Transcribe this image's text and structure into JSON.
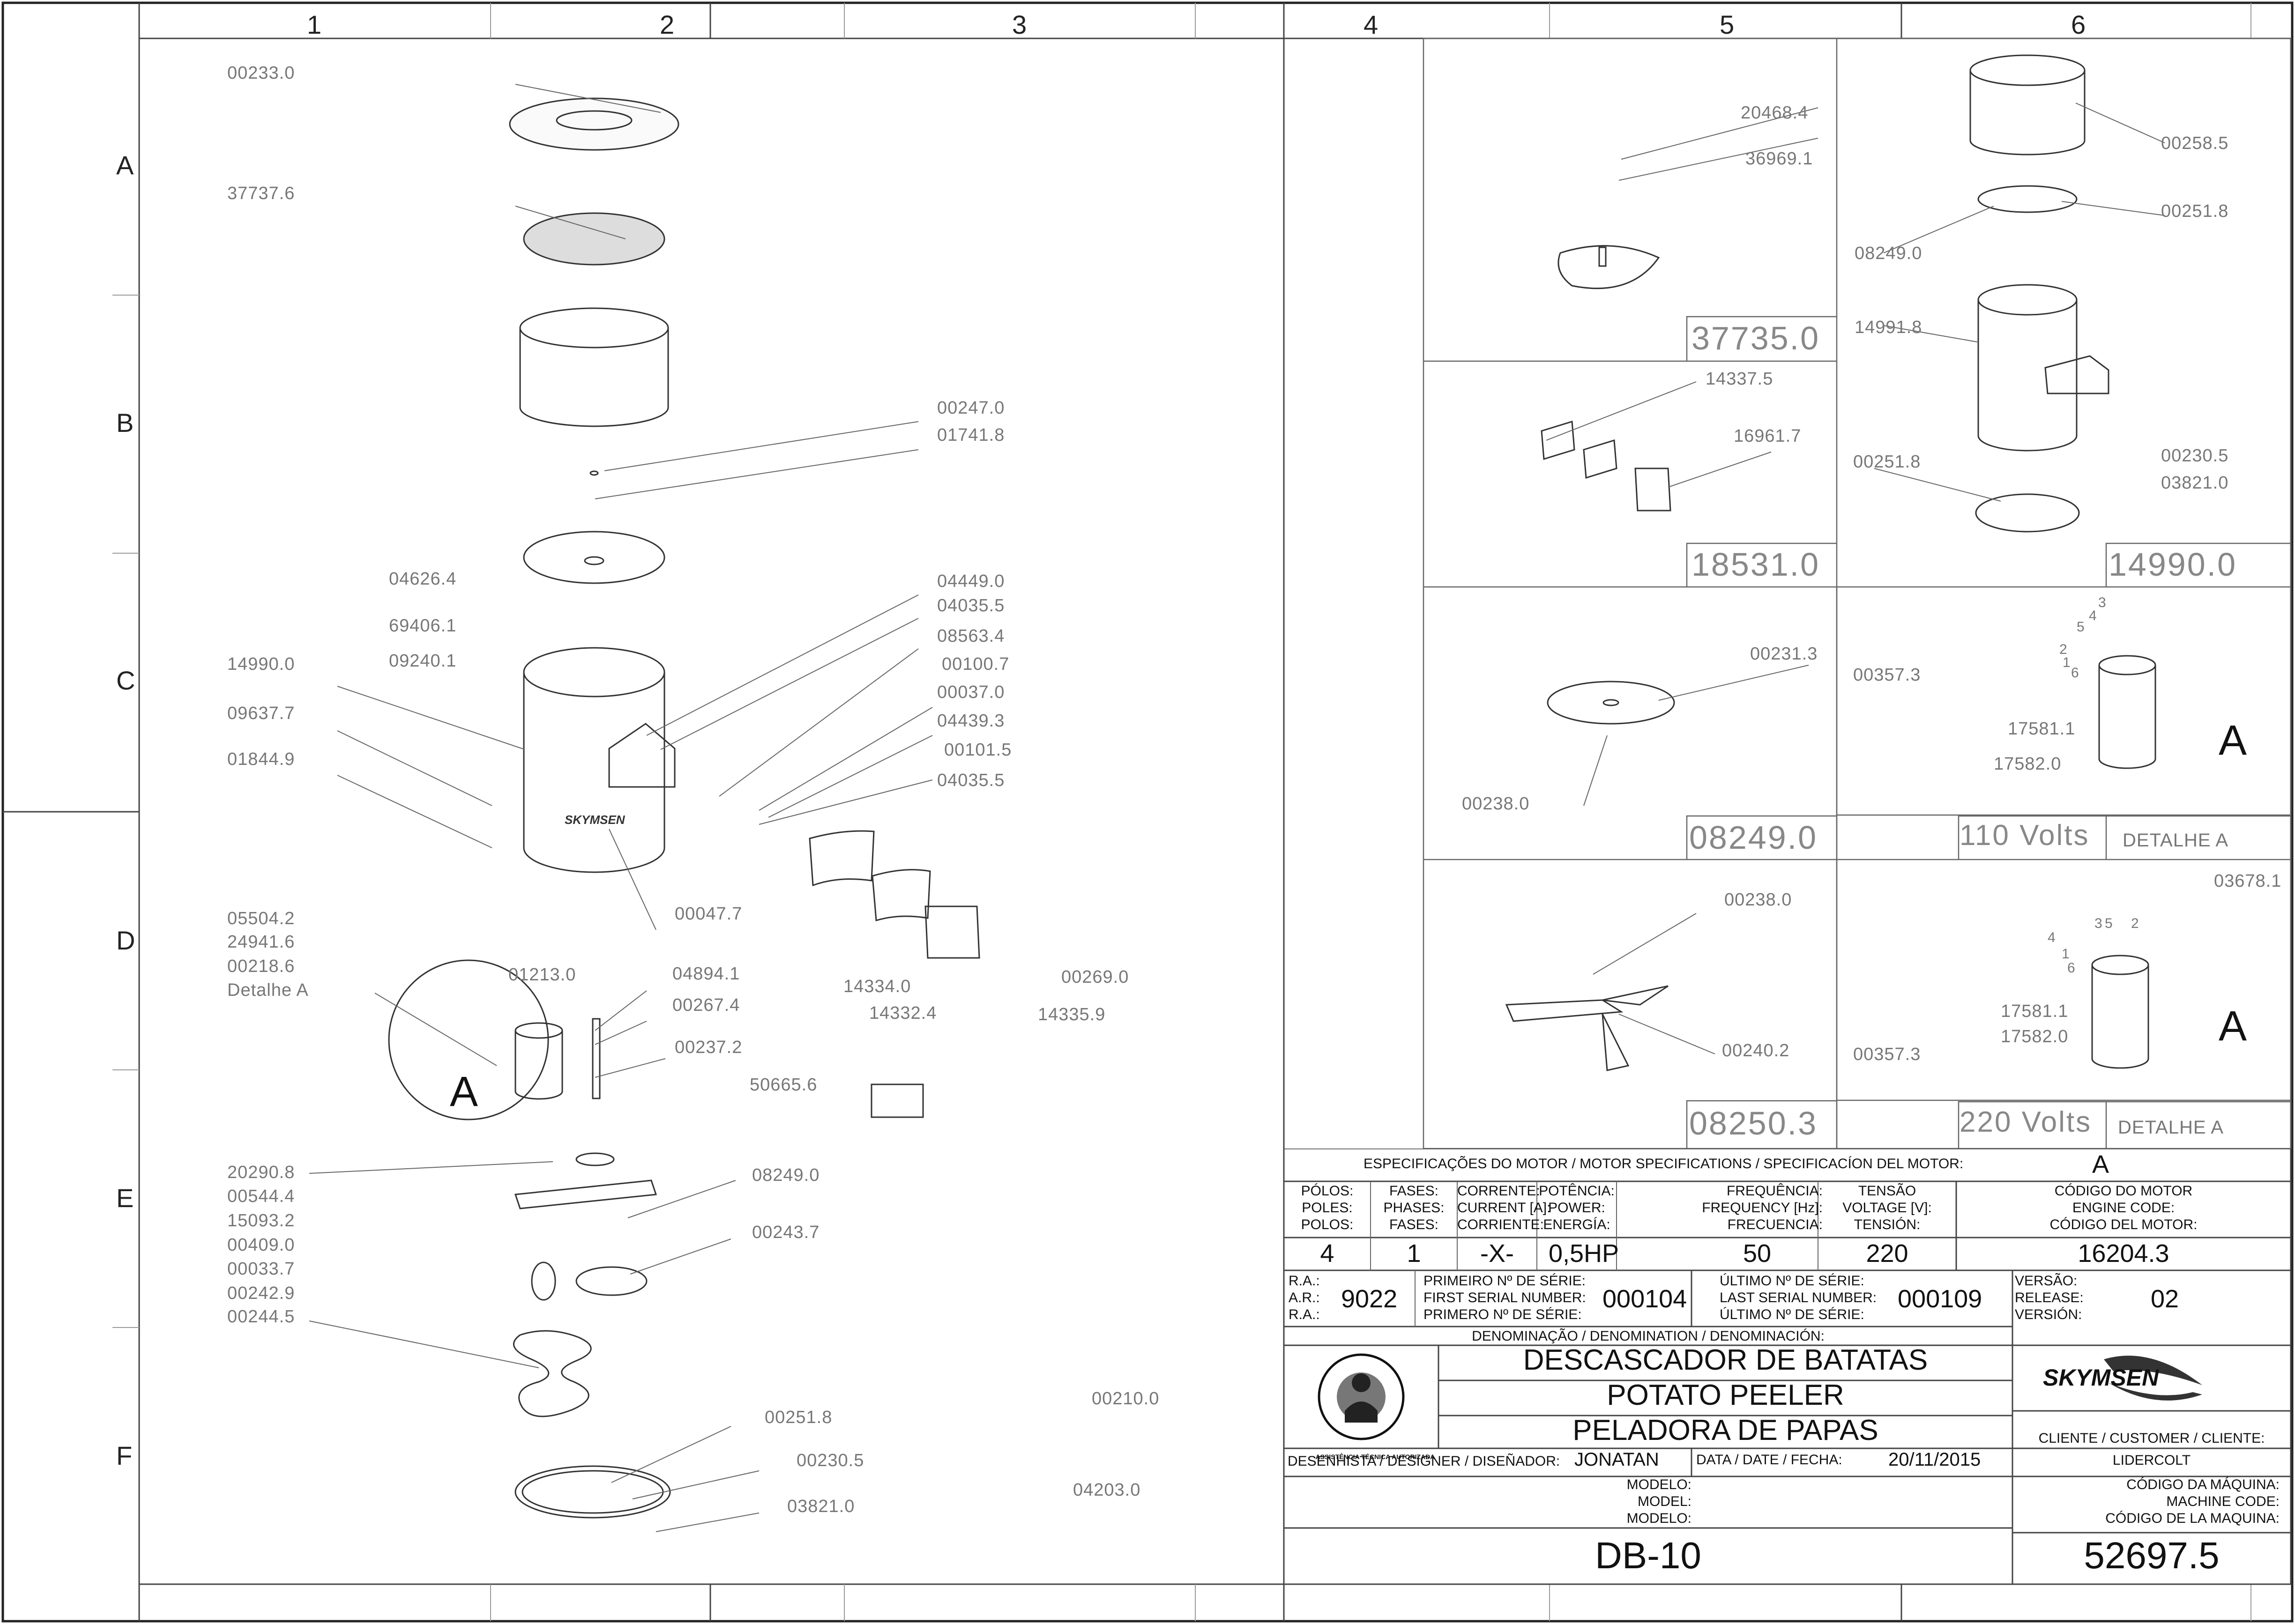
{
  "frame": {
    "columns": [
      "1",
      "2",
      "3",
      "4",
      "5",
      "6"
    ],
    "rows": [
      "A",
      "B",
      "C",
      "D",
      "E",
      "F"
    ]
  },
  "main_view": {
    "part_labels": [
      "00233.0",
      "37737.6",
      "00247.0",
      "01741.8",
      "04626.4",
      "69406.1",
      "09240.1",
      "14990.0",
      "09637.7",
      "01844.9",
      "04449.0",
      "04035.5",
      "08563.4",
      "00100.7",
      "00037.0",
      "04439.3",
      "00101.5",
      "04035.5",
      "00047.7",
      "05504.2",
      "24941.6",
      "00218.6",
      "Detalhe A",
      "01213.0",
      "04894.1",
      "00267.4",
      "00237.2",
      "14334.0",
      "14332.4",
      "00269.0",
      "14335.9",
      "50665.6",
      "20290.8",
      "00544.4",
      "15093.2",
      "00409.0",
      "00033.7",
      "00242.9",
      "00244.5",
      "08249.0",
      "00243.7",
      "00251.8",
      "00230.5",
      "03821.0",
      "00210.0",
      "04203.0"
    ],
    "detail_marker": "A",
    "brand_on_drum": "SKYMSEN"
  },
  "subassemblies": [
    {
      "number": "37735.0",
      "labels": [
        "20468.4",
        "36969.1"
      ]
    },
    {
      "number": "18531.0",
      "labels": [
        "14337.5",
        "16961.7"
      ]
    },
    {
      "number": "08249.0",
      "labels": [
        "00231.3",
        "00238.0"
      ]
    },
    {
      "number": "08250.3",
      "labels": [
        "00238.0",
        "00240.2"
      ]
    },
    {
      "number": "14990.0",
      "labels": [
        "00258.5",
        "00251.8",
        "08249.0",
        "14991.8",
        "00251.8",
        "00230.5",
        "03821.0"
      ]
    }
  ],
  "motor_details": [
    {
      "voltage_label": "110 Volts",
      "detail_label": "DETALHE A",
      "marker": "A",
      "labels": [
        "00357.3",
        "17581.1",
        "17582.0"
      ],
      "wire_numbers": [
        "3",
        "4",
        "5",
        "2",
        "1",
        "6"
      ]
    },
    {
      "voltage_label": "220 Volts",
      "detail_label": "DETALHE A",
      "marker": "A",
      "labels": [
        "03678.1",
        "00357.3",
        "17581.1",
        "17582.0"
      ],
      "wire_numbers": [
        "4",
        "3",
        "5",
        "2",
        "1",
        "6"
      ]
    }
  ],
  "title_block": {
    "motor_spec_heading": "ESPECIFICAÇÕES DO MOTOR / MOTOR SPECIFICATIONS / SPECIFICACÍON DEL MOTOR:",
    "motor_spec_value": "A",
    "headers": {
      "poles": [
        "PÓLOS:",
        "POLES:",
        "POLOS:"
      ],
      "phases": [
        "FASES:",
        "PHASES:",
        "FASES:"
      ],
      "current": [
        "CORRENTE:",
        "CURRENT [A]:",
        "CORRIENTE:"
      ],
      "power": [
        "POTÊNCIA:",
        "POWER:",
        "ENERGÍA:"
      ],
      "frequency": [
        "FREQUÊNCIA:",
        "FREQUENCY [Hz]:",
        "FRECUENCIA:"
      ],
      "voltage": [
        "TENSÃO",
        "VOLTAGE [V]:",
        "TENSIÓN:"
      ],
      "engine_code": [
        "CÓDIGO DO MOTOR",
        "ENGINE CODE:",
        "CÓDIGO DEL MOTOR:"
      ]
    },
    "values": {
      "poles": "4",
      "phases": "1",
      "current": "-X-",
      "power": "0,5HP",
      "frequency": "50",
      "voltage": "220",
      "engine_code": "16204.3"
    },
    "ra_labels": [
      "R.A.:",
      "A.R.:",
      "R.A.:"
    ],
    "ra_value": "9022",
    "first_serial_labels": [
      "PRIMEIRO Nº DE SÉRIE:",
      "FIRST SERIAL NUMBER:",
      "PRIMERO Nº DE SÉRIE:"
    ],
    "first_serial": "000104",
    "last_serial_labels": [
      "ÚLTIMO Nº DE SÉRIE:",
      "LAST SERIAL NUMBER:",
      "ÚLTIMO Nº DE SÉRIE:"
    ],
    "last_serial": "000109",
    "release_labels": [
      "VERSÃO:",
      "RELEASE:",
      "VERSIÓN:"
    ],
    "release": "02",
    "denomination_label": "DENOMINAÇÃO / DENOMINATION / DENOMINACIÓN:",
    "names": [
      "DESCASCADOR DE BATATAS",
      "POTATO PEELER",
      "PELADORA DE PAPAS"
    ],
    "brand": "SKYMSEN",
    "stamp_text": "ASSISTÊNCIA TÉCNICA AUTORIZADA",
    "customer_label": "CLIENTE / CUSTOMER / CLIENTE:",
    "customer": "LIDERCOLT",
    "designer_label": "DESENHISTA / DESIGNER / DISEÑADOR:",
    "designer": "JONATAN",
    "date_label": "DATA / DATE / FECHA:",
    "date": "20/11/2015",
    "model_labels": [
      "MODELO:",
      "MODEL:",
      "MODELO:"
    ],
    "machine_code_labels": [
      "CÓDIGO DA MÁQUINA:",
      "MACHINE CODE:",
      "CÓDIGO DE LA MAQUINA:"
    ],
    "model": "DB-10",
    "machine_code": "52697.5"
  }
}
